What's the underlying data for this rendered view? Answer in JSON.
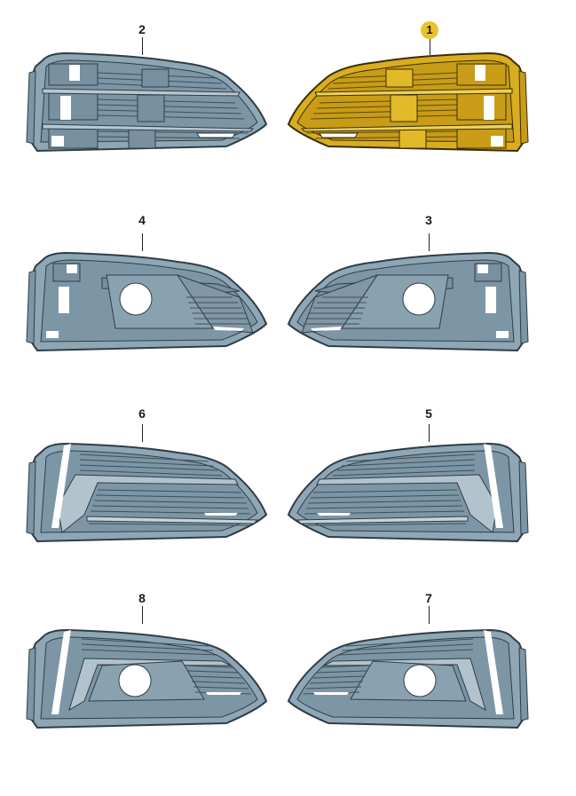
{
  "diagram": {
    "type": "parts-catalog-illustration",
    "subject": "front bumper fog light grille variants",
    "colors": {
      "part_fill": "#8fa6b4",
      "part_shade": "#6f8897",
      "part_outline": "#2e3d47",
      "highlight_fill": "#d9ad1f",
      "highlight_shade": "#b98f12",
      "callout_badge": "#e8c22a",
      "cutout": "#ffffff"
    },
    "parts": [
      {
        "callout": "2",
        "row": 1,
        "side": "left",
        "variant": "three-slat grille, open",
        "highlighted": false
      },
      {
        "callout": "1",
        "row": 1,
        "side": "right",
        "variant": "three-slat grille, open",
        "highlighted": true
      },
      {
        "callout": "4",
        "row": 2,
        "side": "left",
        "variant": "grille with fog lamp opening",
        "highlighted": false
      },
      {
        "callout": "3",
        "row": 2,
        "side": "right",
        "variant": "grille with fog lamp opening",
        "highlighted": false
      },
      {
        "callout": "6",
        "row": 3,
        "side": "left",
        "variant": "horizontal-slat grille, closed",
        "highlighted": false
      },
      {
        "callout": "5",
        "row": 3,
        "side": "right",
        "variant": "horizontal-slat grille, closed",
        "highlighted": false
      },
      {
        "callout": "8",
        "row": 4,
        "side": "left",
        "variant": "grille with fog lamp opening, chrome trim",
        "highlighted": false
      },
      {
        "callout": "7",
        "row": 4,
        "side": "right",
        "variant": "grille with fog lamp opening, chrome trim",
        "highlighted": false
      }
    ]
  }
}
